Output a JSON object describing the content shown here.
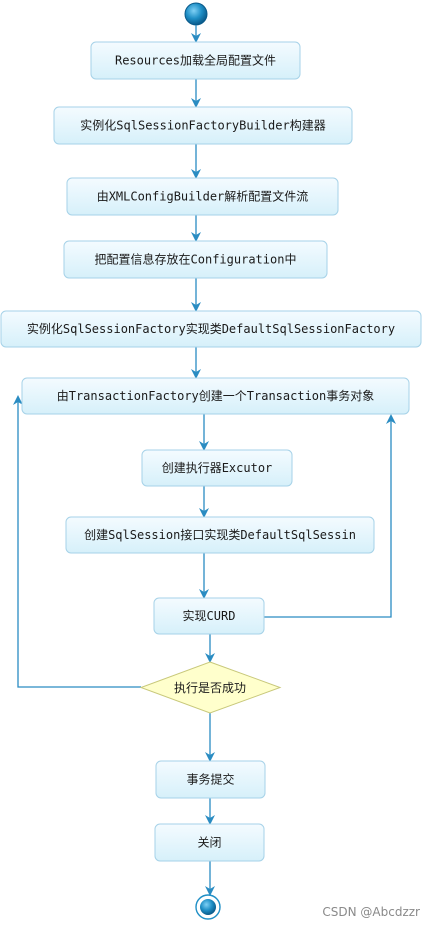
{
  "colors": {
    "box_fill_top": "#f4fbff",
    "box_fill_bottom": "#d6f0fa",
    "box_stroke": "#a6d2e8",
    "arrow": "#2a8cc2",
    "decision_fill": "#ffffcc",
    "decision_stroke": "#c8c87a",
    "node_fill": "#1f8fc6",
    "node_dark": "#0a5a8a"
  },
  "steps": [
    "Resources加载全局配置文件",
    "实例化SqlSessionFactoryBuilder构建器",
    "由XMLConfigBuilder解析配置文件流",
    "把配置信息存放在Configuration中",
    "实例化SqlSessionFactory实现类DefaultSqlSessionFactory",
    "由TransactionFactory创建一个Transaction事务对象",
    "创建执行器Excutor",
    "创建SqlSession接口实现类DefaultSqlSessin",
    "实现CURD"
  ],
  "decision": "执行是否成功",
  "after": [
    "事务提交",
    "关闭"
  ],
  "watermark": "CSDN @Abcdzzr"
}
